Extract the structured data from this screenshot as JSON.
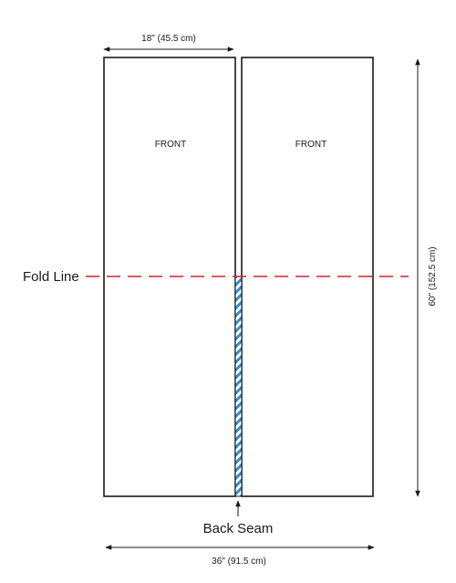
{
  "dimensions": {
    "panel_width": "18\" (45.5 cm)",
    "total_width": "36\" (91.5 cm)",
    "height": "60\" (152.5 cm)"
  },
  "panels": {
    "left_label": "FRONT",
    "right_label": "FRONT"
  },
  "fold_line": {
    "label": "Fold Line",
    "color": "#d0232a"
  },
  "back_seam": {
    "label": "Back Seam",
    "color": "#2a8fd6"
  }
}
